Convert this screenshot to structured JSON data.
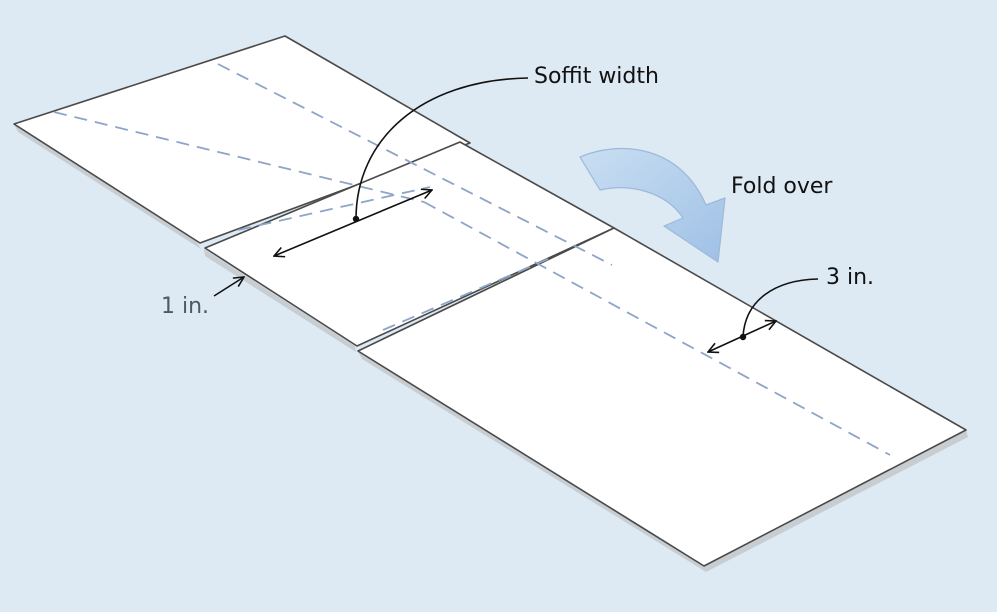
{
  "labels": {
    "soffit_width": "Soffit width",
    "fold_over": "Fold over",
    "three_in": "3 in.",
    "one_in": "1 in."
  },
  "colors": {
    "background": "#dde9f3",
    "panel": "#ffffff",
    "panel_edge": "#c8cdd1",
    "outline": "#4a4a4a",
    "fold_line": "#8ea4c8",
    "fold_arrow": "#a9c9ea",
    "annotation": "#111111",
    "dim_text_gray": "#4a5a66"
  }
}
